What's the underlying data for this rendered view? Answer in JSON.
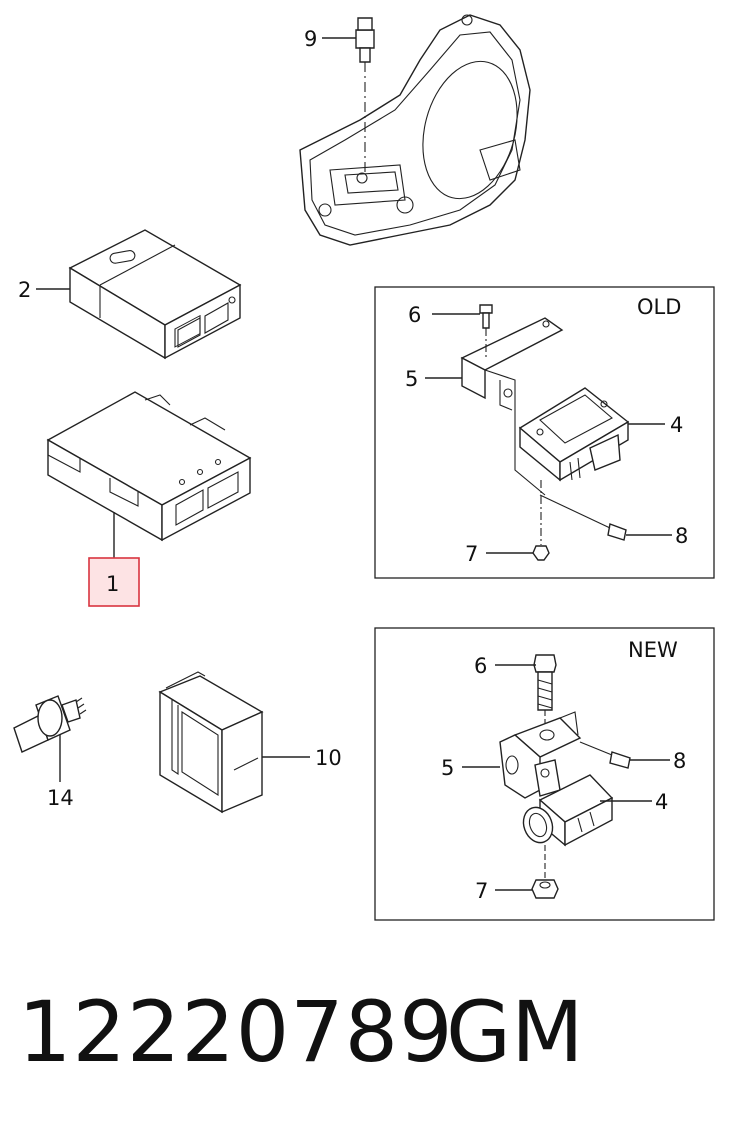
{
  "callouts": {
    "c9": "9",
    "c2": "2",
    "c1": "1",
    "c14": "14",
    "c10": "10",
    "old_6": "6",
    "old_5": "5",
    "old_4": "4",
    "old_8": "8",
    "old_7": "7",
    "new_6": "6",
    "new_5": "5",
    "new_8": "8",
    "new_4": "4",
    "new_7": "7"
  },
  "panels": {
    "old_title": "OLD",
    "new_title": "NEW"
  },
  "footer": {
    "part_number": "12220789",
    "manufacturer": "GM"
  },
  "colors": {
    "highlight": "#d9343f",
    "highlight_fill": "#fde3e4",
    "line": "#222222"
  }
}
